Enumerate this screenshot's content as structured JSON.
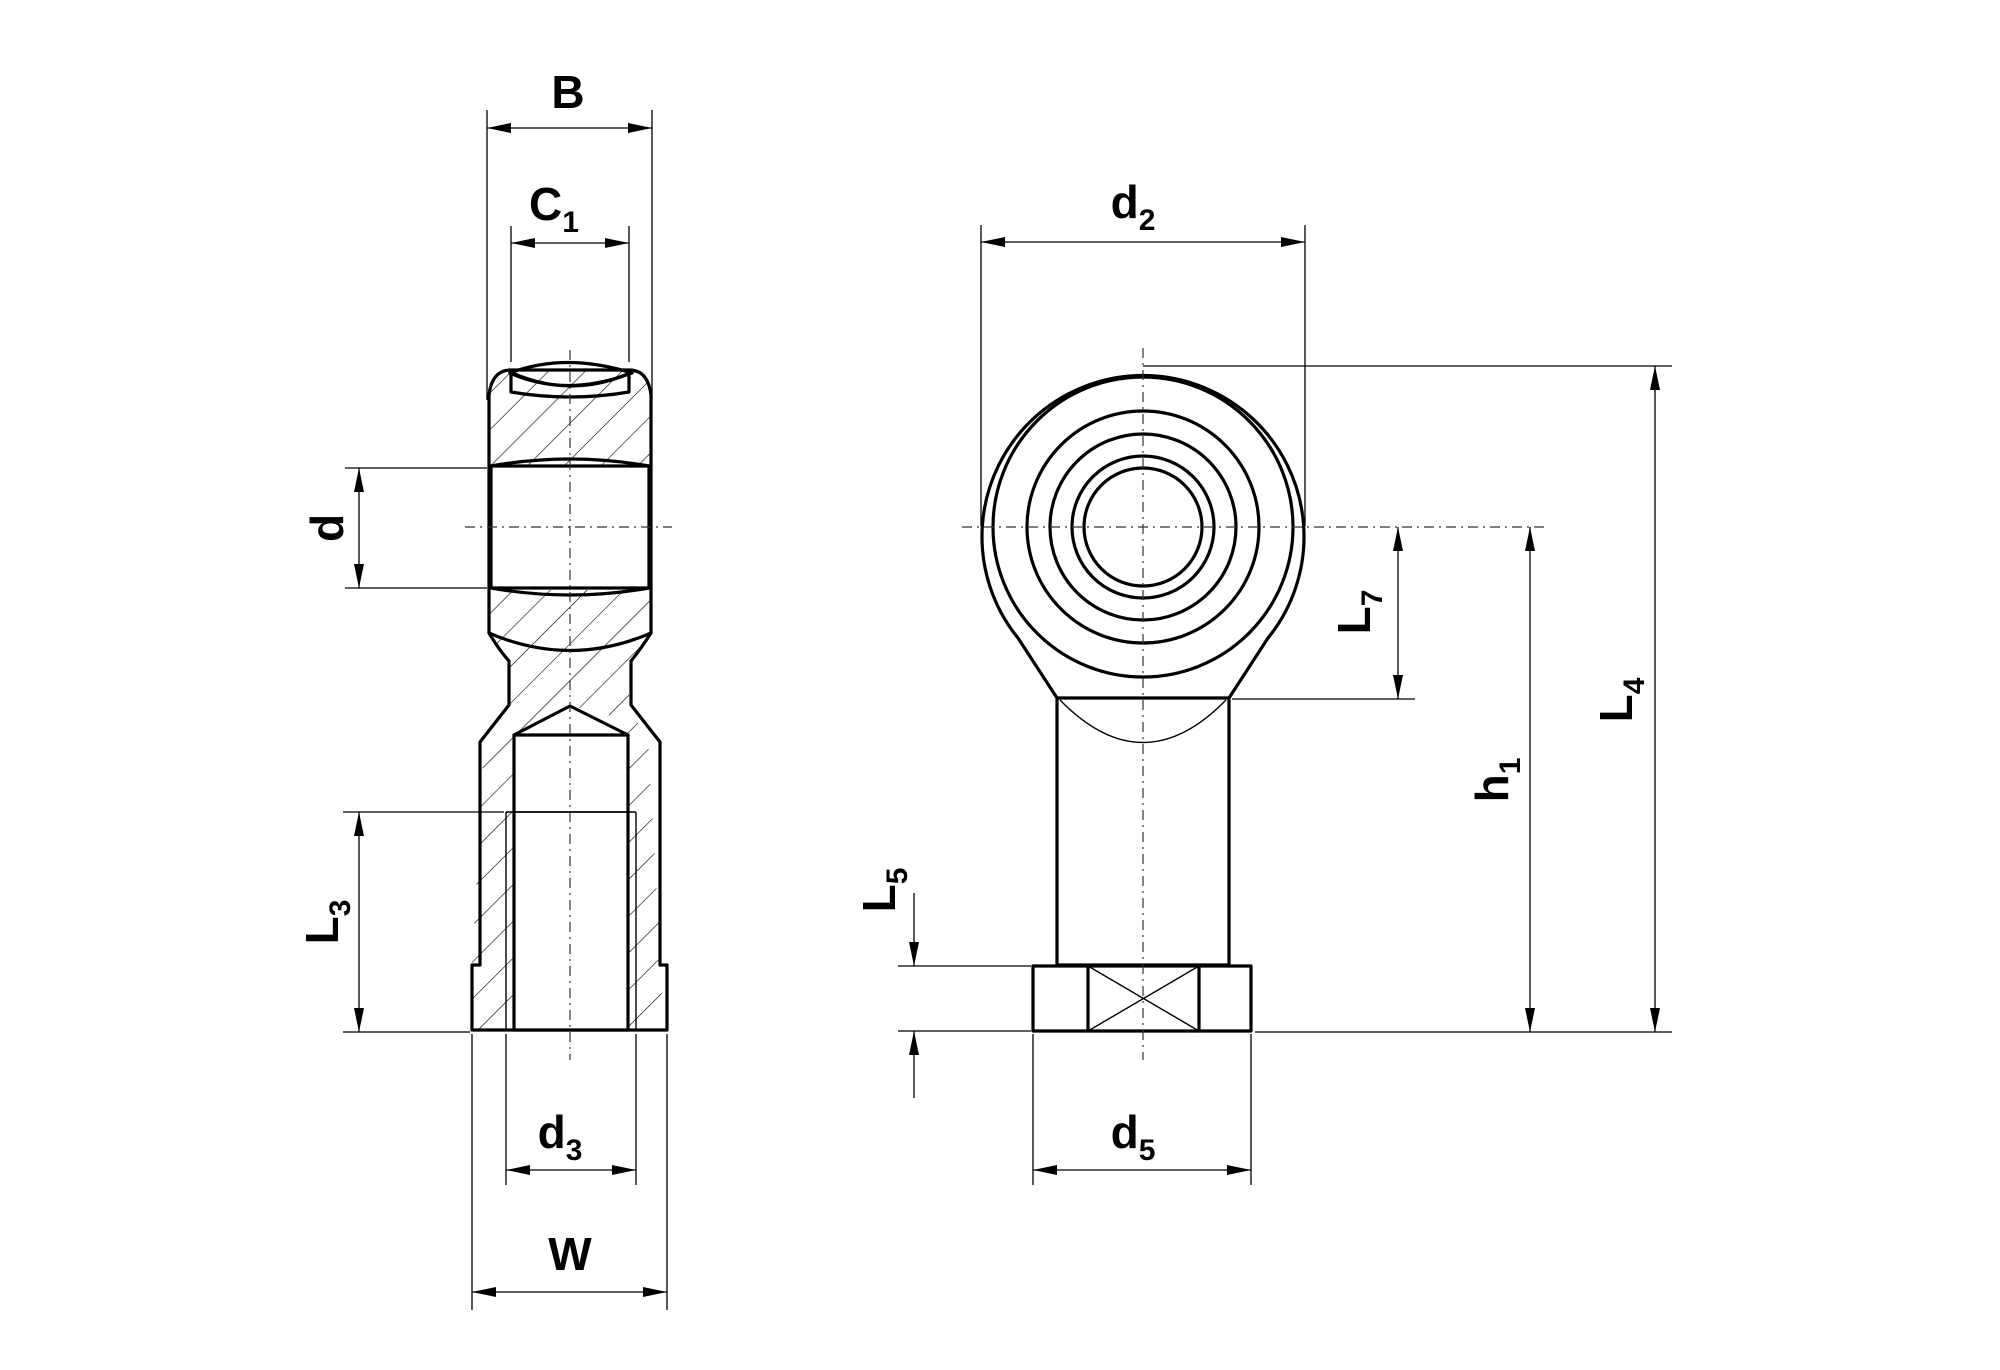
{
  "labels": {
    "B": {
      "main": "B",
      "sub": ""
    },
    "C1": {
      "main": "C",
      "sub": "1"
    },
    "d": {
      "main": "d",
      "sub": ""
    },
    "L3": {
      "main": "L",
      "sub": "3"
    },
    "d3": {
      "main": "d",
      "sub": "3"
    },
    "W": {
      "main": "W",
      "sub": ""
    },
    "d2": {
      "main": "d",
      "sub": "2"
    },
    "L7": {
      "main": "L",
      "sub": "7"
    },
    "h1": {
      "main": "h",
      "sub": "1"
    },
    "L4": {
      "main": "L",
      "sub": "4"
    },
    "L5": {
      "main": "L",
      "sub": "5"
    },
    "d5": {
      "main": "d",
      "sub": "5"
    }
  },
  "colors": {
    "line": "#000000",
    "background": "#ffffff"
  }
}
